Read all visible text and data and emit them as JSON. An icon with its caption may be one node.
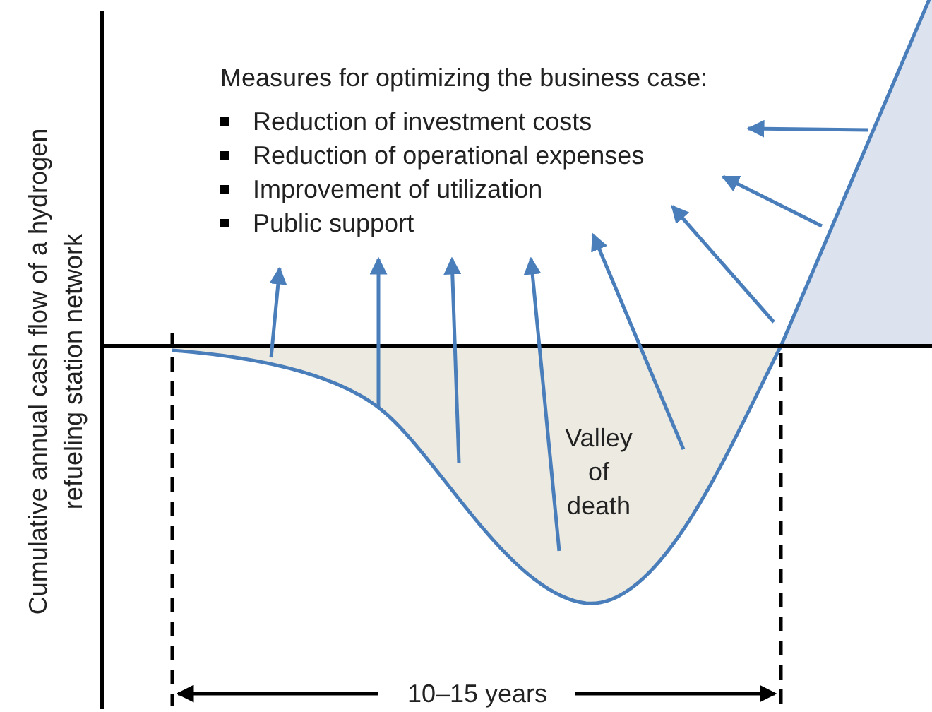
{
  "diagram": {
    "nodes": [
      {
        "text": [
          "Measures for optimizing the business case:",
          "Reduction of investment costs",
          "Reduction of operational expenses",
          "Improvement of utilization",
          "Public support"
        ]
      },
      {
        "text": [
          "Valley of death"
        ]
      },
      {
        "text": [],
        "shape": "triangle"
      }
    ],
    "edges": [
      {
        "from": 1,
        "to": 0,
        "arrow": "to"
      },
      {
        "from": 1,
        "to": 0,
        "arrow": "to"
      },
      {
        "from": 1,
        "to": 0,
        "arrow": "to"
      },
      {
        "from": 1,
        "to": 0,
        "arrow": "to"
      },
      {
        "from": 1,
        "to": 0,
        "arrow": "to"
      },
      {
        "from": 2,
        "to": 0,
        "arrow": "to"
      },
      {
        "from": 2,
        "to": 0,
        "arrow": "to"
      },
      {
        "from": 2,
        "to": 0,
        "arrow": "to"
      }
    ],
    "labels": [
      "Cumulative annual cash flow of a hydrogen refueling station network",
      "10–15 years"
    ]
  }
}
